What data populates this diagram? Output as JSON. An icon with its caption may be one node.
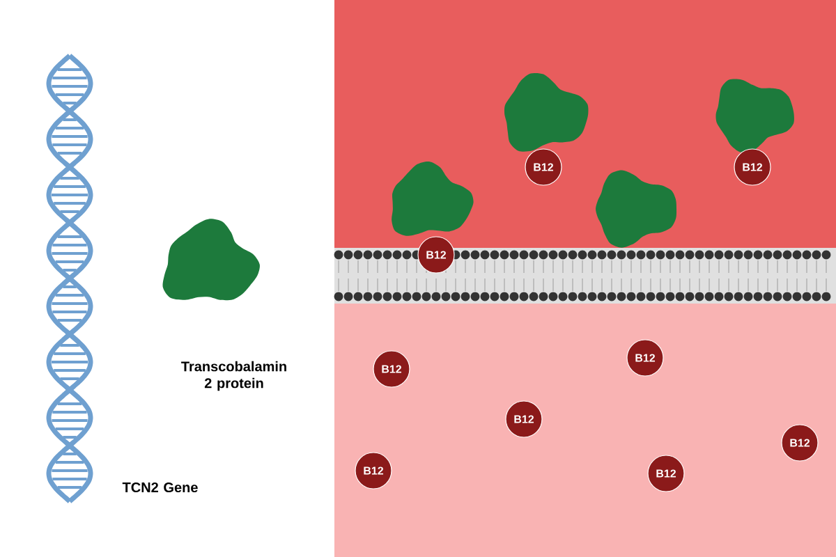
{
  "diagram": {
    "nodes": [
      {
        "text": [
          "B12"
        ]
      },
      {
        "text": [
          "B12"
        ]
      },
      {
        "text": [
          "B12"
        ]
      },
      {
        "text": [
          "B12"
        ]
      },
      {
        "text": [
          "B12"
        ]
      },
      {
        "text": [
          "B12"
        ]
      },
      {
        "text": [
          "B12"
        ]
      },
      {
        "text": [
          "B12"
        ]
      },
      {
        "text": [
          "B12"
        ]
      }
    ],
    "labels": [
      "Transcobalamin 2 protein",
      "TCN2 Gene"
    ]
  }
}
